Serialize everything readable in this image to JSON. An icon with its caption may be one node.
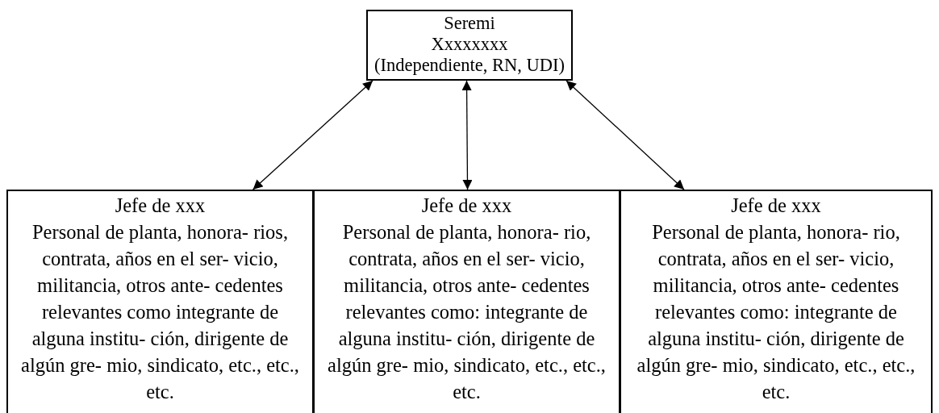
{
  "diagram": {
    "nodes": [
      {
        "text": [
          "Seremi",
          "Xxxxxxxx",
          "(Independiente, RN, UDI)"
        ]
      },
      {
        "text": [
          "Jefe de xxx",
          "Personal de planta, honora- rios, contrata, años en el ser- vicio, militancia, otros ante- cedentes relevantes como integrante de alguna institu- ción, dirigente de algún gre- mio, sindicato, etc., etc., etc."
        ]
      },
      {
        "text": [
          "Jefe de xxx",
          "Personal de planta, honora- rio, contrata, años en el ser- vicio, militancia, otros ante- cedentes relevantes como: integrante de alguna institu- ción, dirigente de algún gre- mio, sindicato, etc., etc., etc."
        ]
      },
      {
        "text": [
          "Jefe de xxx",
          "Personal de planta, honora- rio, contrata, años en el ser- vicio, militancia, otros ante- cedentes relevantes como: integrante de alguna institu- ción, dirigente de algún gre- mio, sindicato, etc., etc., etc."
        ]
      }
    ],
    "edges": [
      {
        "from": 0,
        "to": 1,
        "arrow": "both"
      },
      {
        "from": 0,
        "to": 2,
        "arrow": "both"
      },
      {
        "from": 0,
        "to": 3,
        "arrow": "both"
      }
    ]
  }
}
